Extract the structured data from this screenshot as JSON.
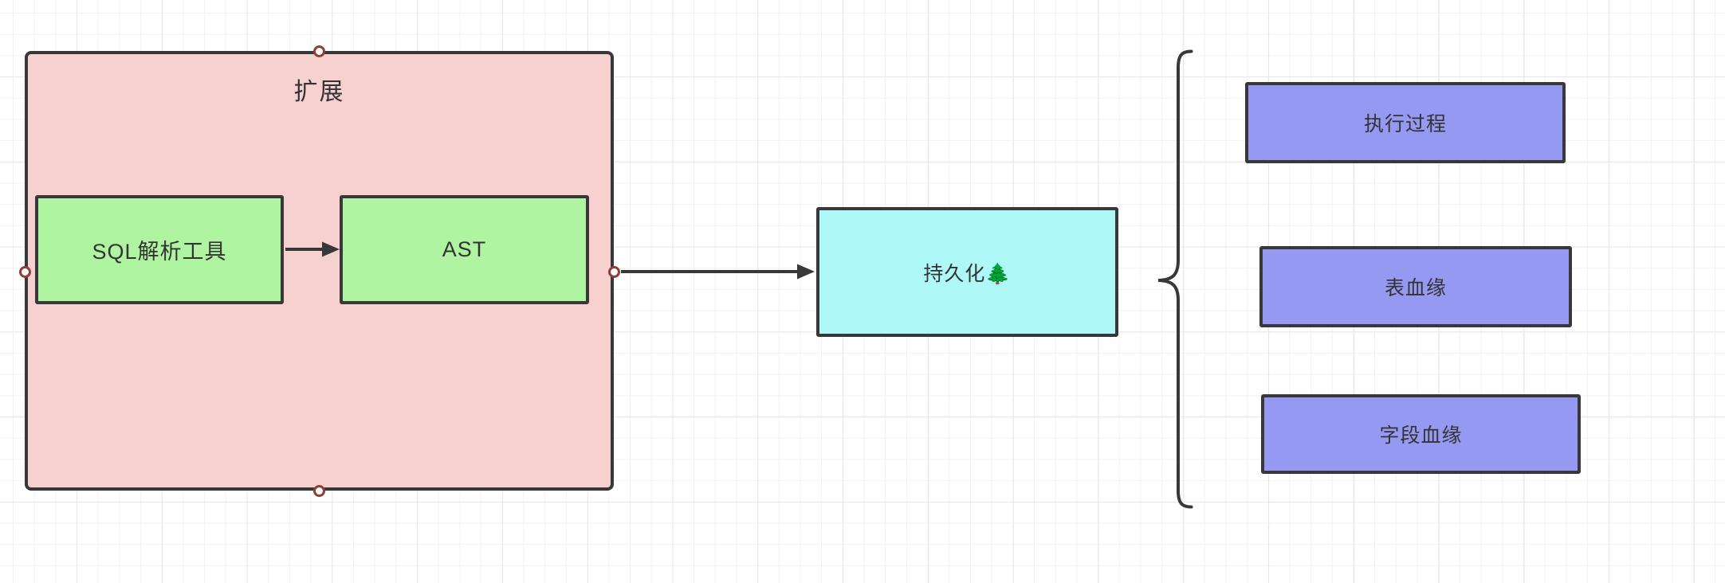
{
  "diagram": {
    "container": {
      "label": "扩展"
    },
    "nodes": {
      "sql_parser": {
        "label": "SQL解析工具"
      },
      "ast": {
        "label": "AST"
      },
      "persistence": {
        "label": "持久化🌲"
      },
      "exec_process": {
        "label": "执行过程"
      },
      "table_lineage": {
        "label": "表血缘"
      },
      "field_lineage": {
        "label": "字段血缘"
      }
    },
    "edges": [
      {
        "from": "SQL解析工具",
        "to": "AST",
        "type": "arrow"
      },
      {
        "from": "扩展",
        "to": "持久化🌲",
        "type": "arrow"
      },
      {
        "from": "持久化🌲",
        "to": [
          "执行过程",
          "表血缘",
          "字段血缘"
        ],
        "type": "brace"
      }
    ],
    "colors": {
      "container_fill": "#f7d0d0",
      "green_fill": "#aff4a1",
      "cyan_fill": "#aff8f8",
      "purple_fill": "#9699f2",
      "stroke": "#383838",
      "handle_ring": "#8e3f38",
      "text": "#333333",
      "grid_minor": "#f2f2f2",
      "grid_major": "#e7e7e7"
    }
  }
}
